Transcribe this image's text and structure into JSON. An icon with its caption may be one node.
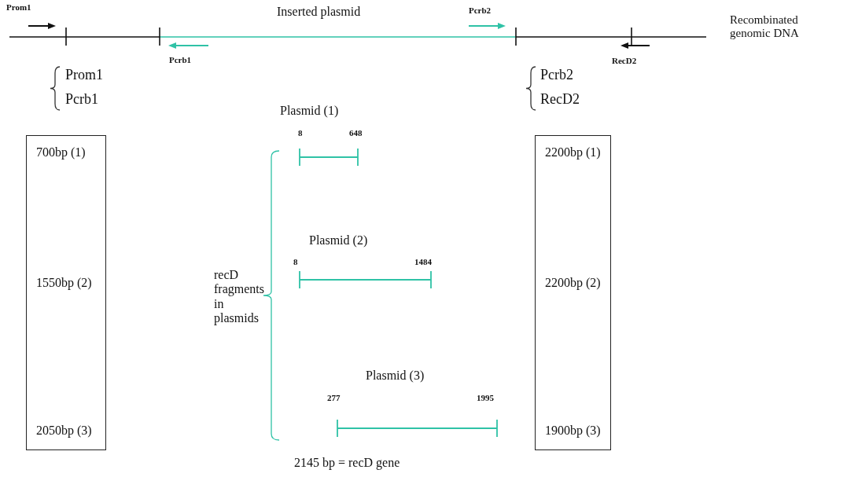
{
  "diagram": {
    "nodes": [
      {
        "text": [
          "700bp (1)",
          "1550bp (2)",
          "2050bp (3)"
        ]
      },
      {
        "text": [
          "2200bp (1)",
          "2200bp (2)",
          "1900bp (3)"
        ]
      }
    ],
    "labels": [
      "Prom1",
      "Inserted plasmid",
      "Pcrb2",
      "Recombinated genomic DNA",
      "Pcrb1",
      "RecD2",
      "Prom1",
      "Pcrb1",
      "Pcrb2",
      "RecD2",
      "Plasmid (1)",
      "8",
      "648",
      "Plasmid (2)",
      "8",
      "1484",
      "recD fragments in plasmids",
      "Plasmid (3)",
      "277",
      "1995",
      "2145 bp = recD gene"
    ]
  }
}
